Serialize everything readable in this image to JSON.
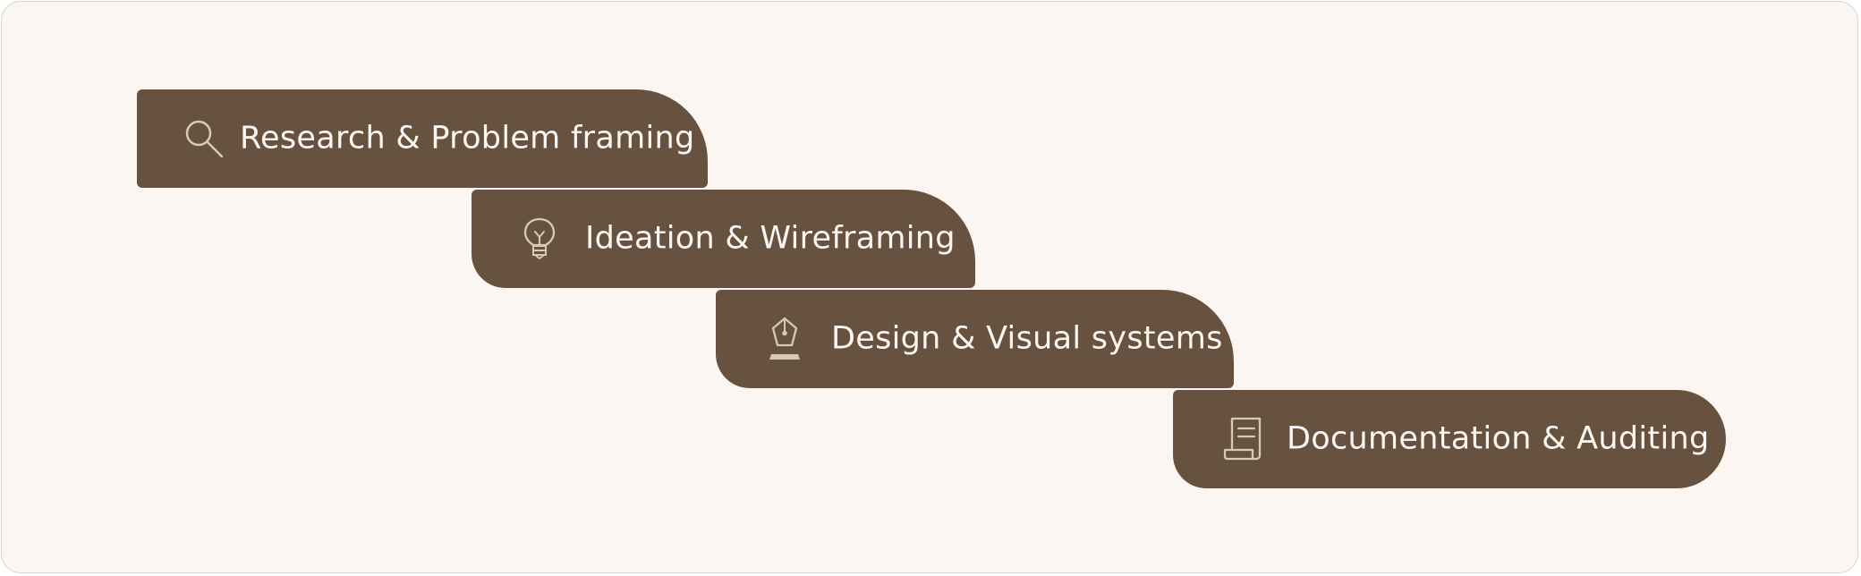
{
  "colors": {
    "background": "#fbf6f2",
    "step_fill": "#66523f",
    "text": "#fbf6f2",
    "icon_stroke": "#d8c8b8"
  },
  "steps": [
    {
      "label": "Research & Problem framing",
      "icon": "search-icon"
    },
    {
      "label": "Ideation & Wireframing",
      "icon": "lightbulb-icon"
    },
    {
      "label": "Design & Visual systems",
      "icon": "pen-nib-icon"
    },
    {
      "label": "Documentation & Auditing",
      "icon": "scroll-document-icon"
    }
  ]
}
